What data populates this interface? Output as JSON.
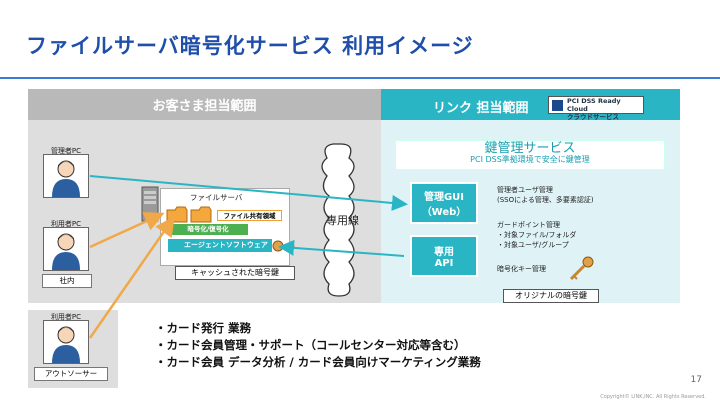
{
  "slide": {
    "title": "ファイルサーバ暗号化サービス 利用イメージ",
    "page_number": "17",
    "copyright": "Copyright© LINK,INC.   All Rights Reserved."
  },
  "customer_scope": {
    "header": "お客さま担当範囲",
    "admin_pc": "管理者PC",
    "user_pc": "利用者PC",
    "internal_label": "社内",
    "outsource_pc": "利用者PC",
    "outsource_label": "アウトソーサー",
    "file_server": {
      "title": "ファイルサーバ",
      "shared_area": "ファイル共有領域",
      "encrypt_label": "暗号化/復号化",
      "agent_label": "エージェントソフトウェア",
      "cached_key": "キャッシュされた暗号鍵"
    },
    "dedicated_line": "専用線"
  },
  "link_scope": {
    "header": "リンク 担当範囲",
    "pci_logo_line1": "PCI DSS Ready Cloud",
    "pci_logo_line2": "クラウドサービス",
    "kms_title": "鍵管理サービス",
    "kms_subtitle": "PCI DSS準拠環境で安全に鍵管理",
    "gui_button_line1": "管理GUI",
    "gui_button_line2": "（Web）",
    "api_button_line1": "専用",
    "api_button_line2": "API",
    "desc_user_mgmt_1": "管理者ユーザ管理",
    "desc_user_mgmt_2": "(SSOによる管理、多要素認証)",
    "desc_guard_1": "ガードポイント管理",
    "desc_guard_2": "・対象ファイル/フォルダ",
    "desc_guard_3": "・対象ユーザ/グループ",
    "desc_key_mgmt": "暗号化キー管理",
    "original_key": "オリジナルの暗号鍵"
  },
  "bullets": [
    "・カード発行 業務",
    "・カード会員管理・サポート（コールセンター対応等含む）",
    "・カード会員 データ分析 / カード会員向けマーケティング業務"
  ],
  "colors": {
    "title": "#1f4fa8",
    "teal": "#2ab5c5",
    "orange_arrow": "#f0a848",
    "green": "#4caf50",
    "grey_header": "#b9b9b9"
  }
}
